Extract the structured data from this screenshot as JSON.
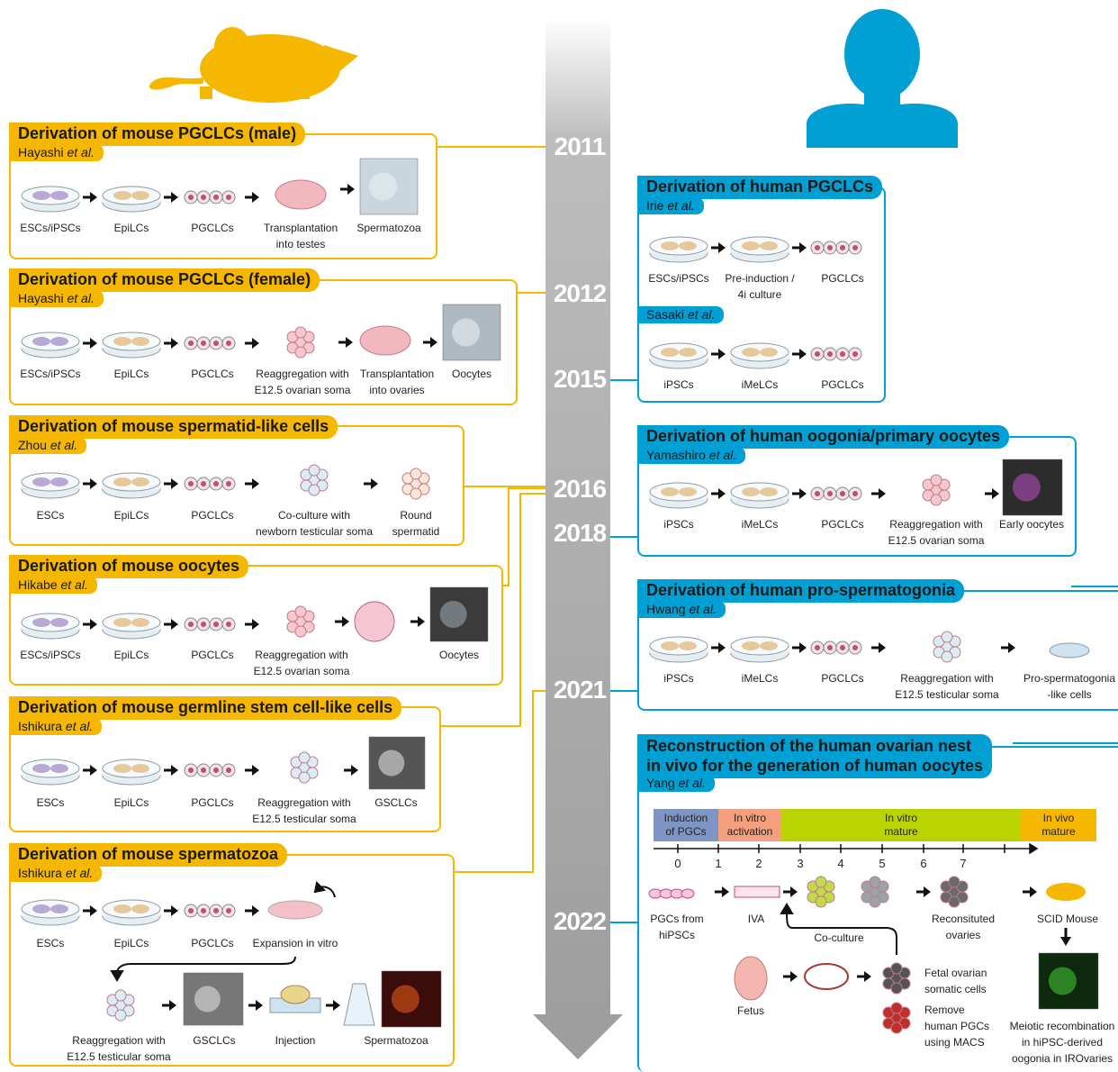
{
  "years": [
    "2011",
    "2012",
    "2015",
    "2016",
    "2018",
    "2021",
    "2022"
  ],
  "mouse_panels": [
    {
      "title": "Derivation of mouse PGCLCs (male)",
      "author": "Hayashi",
      "etal": "et al.",
      "labels": [
        "ESCs/iPSCs",
        "EpiLCs",
        "PGCLCs",
        "Transplantation\ninto testes",
        "Spermatozoa"
      ]
    },
    {
      "title": "Derivation of mouse PGCLCs (female)",
      "author": "Hayashi",
      "etal": "et al.",
      "labels": [
        "ESCs/iPSCs",
        "EpiLCs",
        "PGCLCs",
        "Reaggregation with\nE12.5 ovarian soma",
        "Transplantation\ninto ovaries",
        "Oocytes"
      ]
    },
    {
      "title": "Derivation of mouse spermatid-like cells",
      "author": "Zhou",
      "etal": "et al.",
      "labels": [
        "ESCs",
        "EpiLCs",
        "PGCLCs",
        "Co-culture with\nnewborn testicular soma",
        "Round\nspermatid"
      ]
    },
    {
      "title": "Derivation of mouse oocytes",
      "author": "Hikabe",
      "etal": "et al.",
      "labels": [
        "ESCs/iPSCs",
        "EpiLCs",
        "PGCLCs",
        "Reaggregation with\nE12.5 ovarian soma",
        "Oocytes"
      ]
    },
    {
      "title": "Derivation of mouse germline stem cell-like cells",
      "author": "Ishikura",
      "etal": "et al.",
      "labels": [
        "ESCs",
        "EpiLCs",
        "PGCLCs",
        "Reaggregation with\nE12.5 testicular soma",
        "GSCLCs"
      ]
    },
    {
      "title": "Derivation of mouse spermatozoa",
      "author": "Ishikura",
      "etal": "et al.",
      "labels": [
        "ESCs",
        "EpiLCs",
        "PGCLCs",
        "Expansion in vitro",
        "Reaggregation with\nE12.5 testicular soma",
        "GSCLCs",
        "Injection",
        "Spermatozoa"
      ]
    }
  ],
  "human_panels": [
    {
      "title": "Derivation of human PGCLCs",
      "author": "Irie",
      "etal": "et al.",
      "labels": [
        "ESCs/iPSCs",
        "Pre-induction /\n4i culture",
        "PGCLCs"
      ],
      "author2": "Sasaki",
      "labels2": [
        "iPSCs",
        "iMeLCs",
        "PGCLCs"
      ]
    },
    {
      "title": "Derivation of human oogonia/primary oocytes",
      "author": "Yamashiro",
      "etal": "et al.",
      "labels": [
        "iPSCs",
        "iMeLCs",
        "PGCLCs",
        "Reaggregation with\nE12.5 ovarian soma",
        "Early oocytes"
      ]
    },
    {
      "title": "Derivation of human pro-spermatogonia",
      "author": "Hwang",
      "etal": "et al.",
      "labels": [
        "iPSCs",
        "iMeLCs",
        "PGCLCs",
        "Reaggregation with\nE12.5 testicular soma",
        "Pro-spermatogonia\n-like cells"
      ]
    },
    {
      "title": "Reconstruction of the human ovarian nest\nin vivo for the generation of human oocytes",
      "author": "Yang",
      "etal": "et al.",
      "phases": [
        "Induction\nof PGCs",
        "In vitro\nactivation",
        "In vitro\nmature",
        "In vivo\nmature"
      ],
      "ticks": [
        "0",
        "1",
        "2",
        "3",
        "4",
        "5",
        "6",
        "7"
      ],
      "labels": [
        "PGCs from\nhiPSCs",
        "IVA",
        "Reconsituted\novaries",
        "SCID Mouse",
        "Co-culture",
        "Fetus",
        "Fetal ovarian\nsomatic cells",
        "Remove\nhuman PGCs\nusing MACS",
        "Meiotic recombination\nin hiPSC-derived\noogonia in IROvaries"
      ]
    }
  ],
  "colors": {
    "mouse": "#f5b700",
    "human": "#009fd4",
    "timeline": "#a9a9a9",
    "phase_induction": "#7f96c4",
    "phase_activation": "#f4a07e",
    "phase_vitro": "#b9d400",
    "phase_vivo": "#f5b700"
  }
}
